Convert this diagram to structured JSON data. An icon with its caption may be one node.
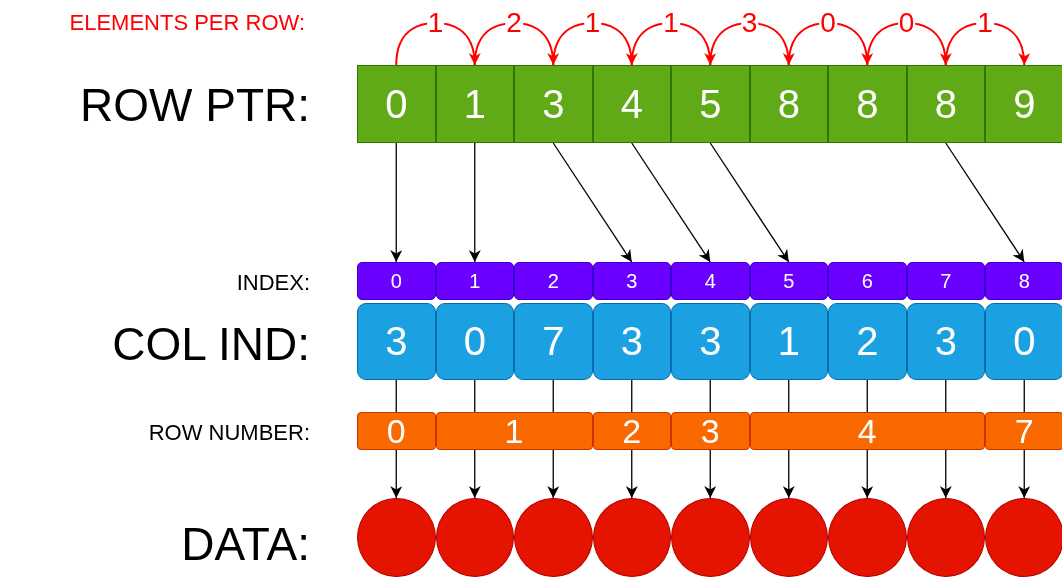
{
  "diagram": {
    "nodes": [
      {
        "text": [
          "0"
        ]
      },
      {
        "text": [
          "1"
        ]
      },
      {
        "text": [
          "3"
        ]
      },
      {
        "text": [
          "4"
        ]
      },
      {
        "text": [
          "5"
        ]
      },
      {
        "text": [
          "8"
        ]
      },
      {
        "text": [
          "8"
        ]
      },
      {
        "text": [
          "8"
        ]
      },
      {
        "text": [
          "9"
        ]
      },
      {
        "text": [
          "0"
        ]
      },
      {
        "text": [
          "1"
        ]
      },
      {
        "text": [
          "2"
        ]
      },
      {
        "text": [
          "3"
        ]
      },
      {
        "text": [
          "4"
        ]
      },
      {
        "text": [
          "5"
        ]
      },
      {
        "text": [
          "6"
        ]
      },
      {
        "text": [
          "7"
        ]
      },
      {
        "text": [
          "8"
        ]
      },
      {
        "text": [
          "3"
        ]
      },
      {
        "text": [
          "0"
        ]
      },
      {
        "text": [
          "7"
        ]
      },
      {
        "text": [
          "3"
        ]
      },
      {
        "text": [
          "3"
        ]
      },
      {
        "text": [
          "1"
        ]
      },
      {
        "text": [
          "2"
        ]
      },
      {
        "text": [
          "3"
        ]
      },
      {
        "text": [
          "0"
        ]
      },
      {
        "text": [
          "0"
        ]
      },
      {
        "text": [
          "1"
        ]
      },
      {
        "text": [
          "2"
        ]
      },
      {
        "text": [
          "3"
        ]
      },
      {
        "text": [
          "4"
        ]
      },
      {
        "text": [
          "7"
        ]
      },
      {
        "text": [],
        "shape": "circle"
      },
      {
        "text": [],
        "shape": "circle"
      },
      {
        "text": [],
        "shape": "circle"
      },
      {
        "text": [],
        "shape": "circle"
      },
      {
        "text": [],
        "shape": "circle"
      },
      {
        "text": [],
        "shape": "circle"
      },
      {
        "text": [],
        "shape": "circle"
      },
      {
        "text": [],
        "shape": "circle"
      },
      {
        "text": [],
        "shape": "circle"
      }
    ],
    "edges": [
      {
        "from": 0,
        "to": 1,
        "arrow": "to",
        "label": "1",
        "color": "#ff0000"
      },
      {
        "from": 1,
        "to": 2,
        "arrow": "to",
        "label": "2",
        "color": "#ff0000"
      },
      {
        "from": 2,
        "to": 3,
        "arrow": "to",
        "label": "1",
        "color": "#ff0000"
      },
      {
        "from": 3,
        "to": 4,
        "arrow": "to",
        "label": "1",
        "color": "#ff0000"
      },
      {
        "from": 4,
        "to": 5,
        "arrow": "to",
        "label": "3",
        "color": "#ff0000"
      },
      {
        "from": 5,
        "to": 6,
        "arrow": "to",
        "label": "0",
        "color": "#ff0000"
      },
      {
        "from": 6,
        "to": 7,
        "arrow": "to",
        "label": "0",
        "color": "#ff0000"
      },
      {
        "from": 7,
        "to": 8,
        "arrow": "to",
        "label": "1",
        "color": "#ff0000"
      },
      {
        "from": 0,
        "to": 9,
        "arrow": "to"
      },
      {
        "from": 1,
        "to": 10,
        "arrow": "to"
      },
      {
        "from": 2,
        "to": 12,
        "arrow": "to"
      },
      {
        "from": 3,
        "to": 13,
        "arrow": "to"
      },
      {
        "from": 4,
        "to": 14,
        "arrow": "to"
      },
      {
        "from": 7,
        "to": 17,
        "arrow": "to"
      },
      {
        "from": 18,
        "to": 27,
        "arrow": "none"
      },
      {
        "from": 19,
        "to": 28,
        "arrow": "none"
      },
      {
        "from": 20,
        "to": 28,
        "arrow": "none"
      },
      {
        "from": 21,
        "to": 29,
        "arrow": "none"
      },
      {
        "from": 22,
        "to": 30,
        "arrow": "none"
      },
      {
        "from": 23,
        "to": 31,
        "arrow": "none"
      },
      {
        "from": 24,
        "to": 31,
        "arrow": "none"
      },
      {
        "from": 25,
        "to": 31,
        "arrow": "none"
      },
      {
        "from": 26,
        "to": 32,
        "arrow": "none"
      },
      {
        "from": 27,
        "to": 33,
        "arrow": "to"
      },
      {
        "from": 28,
        "to": 34,
        "arrow": "to"
      },
      {
        "from": 28,
        "to": 35,
        "arrow": "to"
      },
      {
        "from": 29,
        "to": 36,
        "arrow": "to"
      },
      {
        "from": 30,
        "to": 37,
        "arrow": "to"
      },
      {
        "from": 31,
        "to": 38,
        "arrow": "to"
      },
      {
        "from": 31,
        "to": 39,
        "arrow": "to"
      },
      {
        "from": 31,
        "to": 40,
        "arrow": "to"
      },
      {
        "from": 32,
        "to": 41,
        "arrow": "to"
      }
    ],
    "labels": [
      "ELEMENTS PER ROW:",
      "ROW PTR:",
      "INDEX:",
      "COL IND:",
      "ROW NUMBER:",
      "DATA:"
    ]
  }
}
